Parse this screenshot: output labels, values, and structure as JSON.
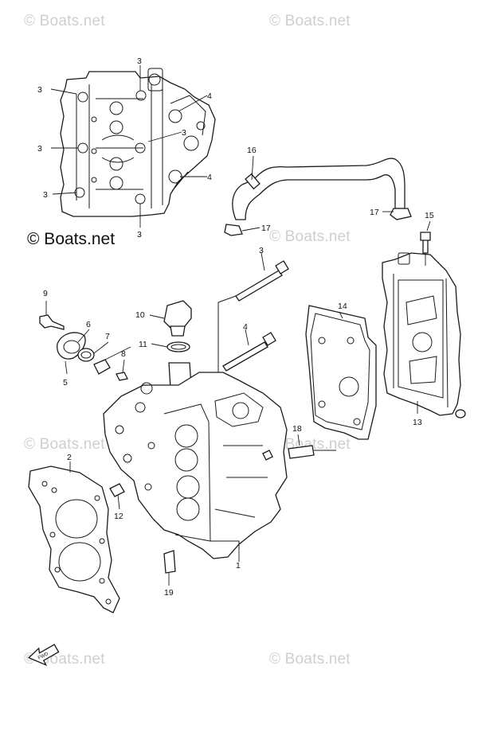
{
  "watermarks": {
    "top_left": "© Boats.net",
    "top_right": "© Boats.net",
    "mid_left": "© Boats.net",
    "mid_right": "© Boats.net",
    "main": "© Boats.net",
    "upper_right": "© Boats.net",
    "bottom_left": "© Boats.net",
    "bottom_right": "© Boats.net"
  },
  "callouts": {
    "c1": "1",
    "c2": "2",
    "c3a": "3",
    "c3b": "3",
    "c3c": "3",
    "c3d": "3",
    "c3e": "3",
    "c3f": "3",
    "c3g": "3",
    "c4a": "4",
    "c4b": "4",
    "c4c": "4",
    "c5": "5",
    "c6": "6",
    "c7": "7",
    "c8": "8",
    "c9": "9",
    "c10": "10",
    "c11": "11",
    "c12": "12",
    "c13": "13",
    "c14": "14",
    "c15": "15",
    "c16": "16",
    "c17a": "17",
    "c17b": "17",
    "c18": "18",
    "c19": "19"
  },
  "fwd_arrow": {
    "label": "FWD"
  }
}
